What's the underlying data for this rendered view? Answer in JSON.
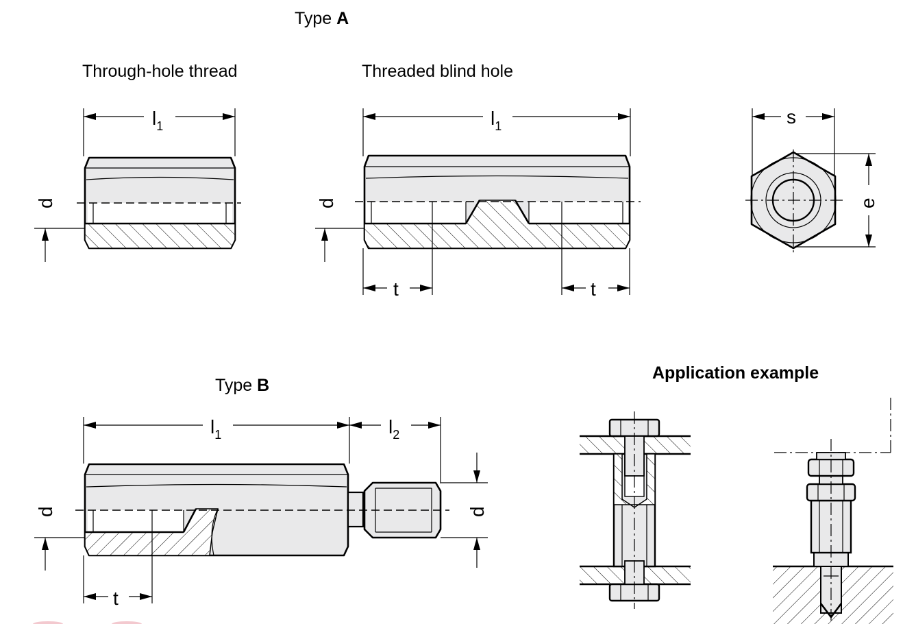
{
  "headings": {
    "type_a_prefix": "Type ",
    "type_a_letter": "A",
    "type_b_prefix": "Type ",
    "type_b_letter": "B",
    "through_hole": "Through-hole thread",
    "blind_hole": "Threaded blind hole",
    "application": "Application example"
  },
  "dimensions": {
    "l": "l",
    "sub1": "1",
    "sub2": "2",
    "d": "d",
    "t": "t",
    "s": "s",
    "e": "e"
  }
}
